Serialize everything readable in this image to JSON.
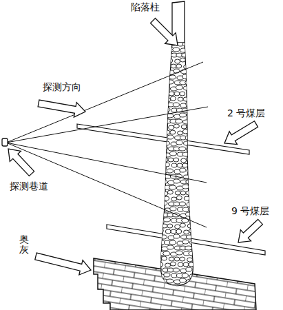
{
  "diagram": {
    "labels": [
      "陷落柱",
      "探测方向",
      "2 号煤层",
      "探测巷道",
      "9 号煤层",
      "奥灰"
    ]
  }
}
